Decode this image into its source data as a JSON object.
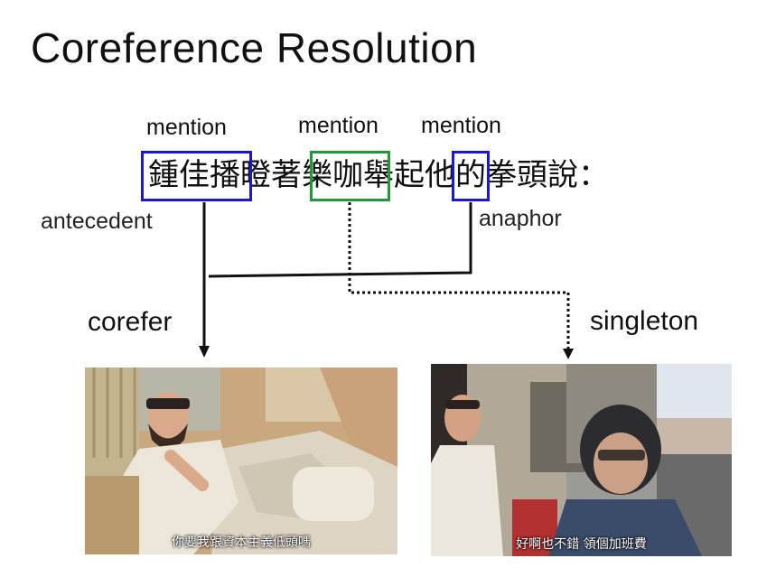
{
  "title": "Coreference Resolution",
  "mentions": [
    "mention",
    "mention",
    "mention"
  ],
  "sentence": {
    "segments": [
      "鍾佳播",
      "瞪著",
      "樂咖",
      "舉起",
      "他",
      "的拳頭說："
    ]
  },
  "labels": {
    "antecedent": "antecedent",
    "anaphor": "anaphor",
    "corefer": "corefer",
    "singleton": "singleton"
  },
  "photos": {
    "left_caption": "你要我跟資本主義低頭嗎",
    "right_caption": "好啊也不錯 領個加班費"
  },
  "colors": {
    "mention_blue": "#1a1acc",
    "mention_green": "#1f9a3a"
  }
}
